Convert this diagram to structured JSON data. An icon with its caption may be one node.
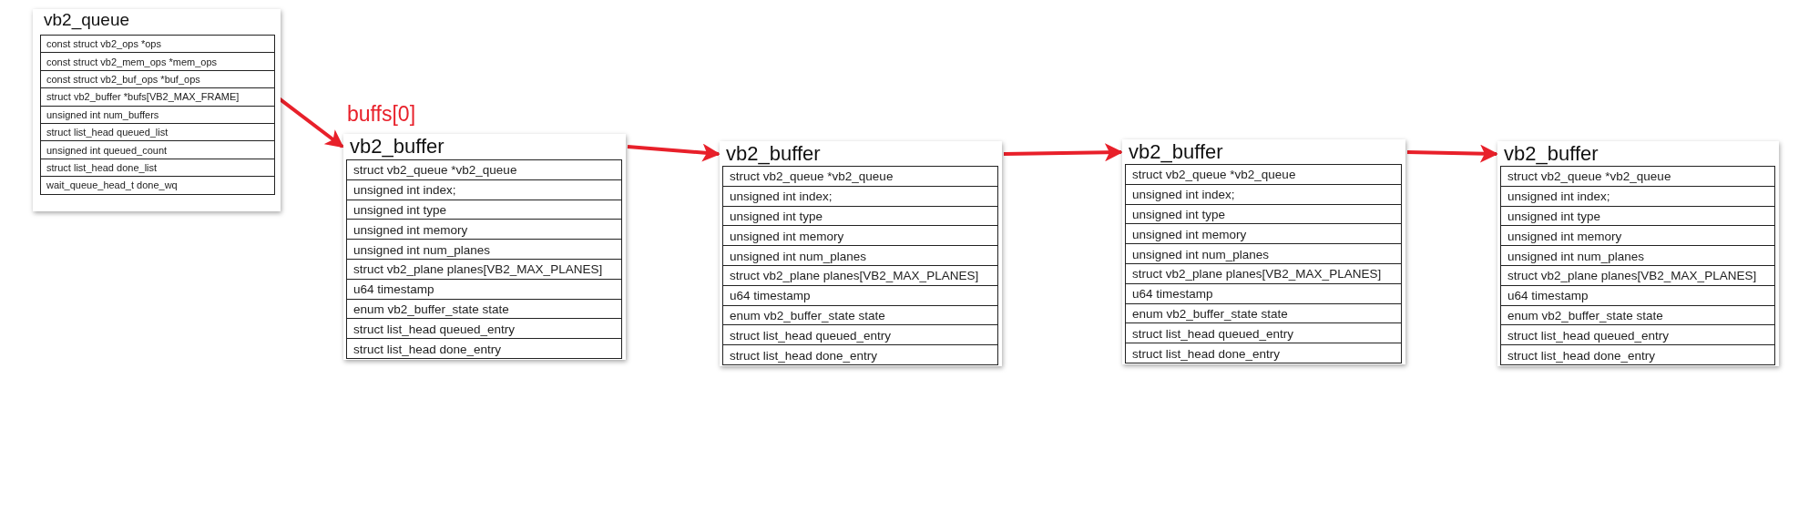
{
  "diagram": {
    "nodes": [
      {
        "text": [
          "vb2_queue"
        ]
      },
      {
        "text": [
          "const struct vb2_ops *ops"
        ],
        "in": 0
      },
      {
        "text": [
          "const struct vb2_mem_ops *mem_ops"
        ],
        "in": 0
      },
      {
        "text": [
          "const struct vb2_buf_ops *buf_ops"
        ],
        "in": 0
      },
      {
        "text": [
          "struct vb2_buffer *bufs[VB2_MAX_FRAME]"
        ],
        "in": 0
      },
      {
        "text": [
          "unsigned int num_buffers"
        ],
        "in": 0
      },
      {
        "text": [
          "struct list_head queued_list"
        ],
        "in": 0
      },
      {
        "text": [
          "unsigned int queued_count"
        ],
        "in": 0
      },
      {
        "text": [
          "struct list_head done_list"
        ],
        "in": 0
      },
      {
        "text": [
          "wait_queue_head_t done_wq"
        ],
        "in": 0
      },
      {
        "text": [
          "vb2_buffer"
        ],
        "beside": [
          "buffs[0]"
        ]
      },
      {
        "text": [
          "struct vb2_queue *vb2_queue"
        ],
        "in": 10
      },
      {
        "text": [
          "unsigned int index;"
        ],
        "in": 10
      },
      {
        "text": [
          "unsigned int type"
        ],
        "in": 10
      },
      {
        "text": [
          "unsigned int memory"
        ],
        "in": 10
      },
      {
        "text": [
          "unsigned int num_planes"
        ],
        "in": 10
      },
      {
        "text": [
          "struct vb2_plane planes[VB2_MAX_PLANES]"
        ],
        "in": 10
      },
      {
        "text": [
          "u64 timestamp"
        ],
        "in": 10
      },
      {
        "text": [
          "enum vb2_buffer_state state"
        ],
        "in": 10
      },
      {
        "text": [
          "struct list_head queued_entry"
        ],
        "in": 10
      },
      {
        "text": [
          "struct list_head done_entry"
        ],
        "in": 10
      },
      {
        "text": [
          "vb2_buffer"
        ]
      },
      {
        "text": [
          "struct vb2_queue *vb2_queue"
        ],
        "in": 21
      },
      {
        "text": [
          "unsigned int index;"
        ],
        "in": 21
      },
      {
        "text": [
          "unsigned int type"
        ],
        "in": 21
      },
      {
        "text": [
          "unsigned int memory"
        ],
        "in": 21
      },
      {
        "text": [
          "unsigned int num_planes"
        ],
        "in": 21
      },
      {
        "text": [
          "struct vb2_plane planes[VB2_MAX_PLANES]"
        ],
        "in": 21
      },
      {
        "text": [
          "u64 timestamp"
        ],
        "in": 21
      },
      {
        "text": [
          "enum vb2_buffer_state state"
        ],
        "in": 21
      },
      {
        "text": [
          "struct list_head queued_entry"
        ],
        "in": 21
      },
      {
        "text": [
          "struct list_head done_entry"
        ],
        "in": 21
      },
      {
        "text": [
          "vb2_buffer"
        ]
      },
      {
        "text": [
          "struct vb2_queue *vb2_queue"
        ],
        "in": 32
      },
      {
        "text": [
          "unsigned int index;"
        ],
        "in": 32
      },
      {
        "text": [
          "unsigned int type"
        ],
        "in": 32
      },
      {
        "text": [
          "unsigned int memory"
        ],
        "in": 32
      },
      {
        "text": [
          "unsigned int num_planes"
        ],
        "in": 32
      },
      {
        "text": [
          "struct vb2_plane planes[VB2_MAX_PLANES]"
        ],
        "in": 32
      },
      {
        "text": [
          "u64 timestamp"
        ],
        "in": 32
      },
      {
        "text": [
          "enum vb2_buffer_state state"
        ],
        "in": 32
      },
      {
        "text": [
          "struct list_head queued_entry"
        ],
        "in": 32
      },
      {
        "text": [
          "struct list_head done_entry"
        ],
        "in": 32
      },
      {
        "text": [
          "vb2_buffer"
        ]
      },
      {
        "text": [
          "struct vb2_queue *vb2_queue"
        ],
        "in": 43
      },
      {
        "text": [
          "unsigned int index;"
        ],
        "in": 43
      },
      {
        "text": [
          "unsigned int type"
        ],
        "in": 43
      },
      {
        "text": [
          "unsigned int memory"
        ],
        "in": 43
      },
      {
        "text": [
          "unsigned int num_planes"
        ],
        "in": 43
      },
      {
        "text": [
          "struct vb2_plane planes[VB2_MAX_PLANES]"
        ],
        "in": 43
      },
      {
        "text": [
          "u64 timestamp"
        ],
        "in": 43
      },
      {
        "text": [
          "enum vb2_buffer_state state"
        ],
        "in": 43
      },
      {
        "text": [
          "struct list_head queued_entry"
        ],
        "in": 43
      },
      {
        "text": [
          "struct list_head done_entry"
        ],
        "in": 43
      }
    ],
    "edges": [
      {
        "from": 4,
        "to": 10,
        "arrow": "to"
      },
      {
        "from": 10,
        "to": 21,
        "arrow": "to"
      },
      {
        "from": 21,
        "to": 32,
        "arrow": "to"
      },
      {
        "from": 32,
        "to": 43,
        "arrow": "to"
      }
    ]
  }
}
